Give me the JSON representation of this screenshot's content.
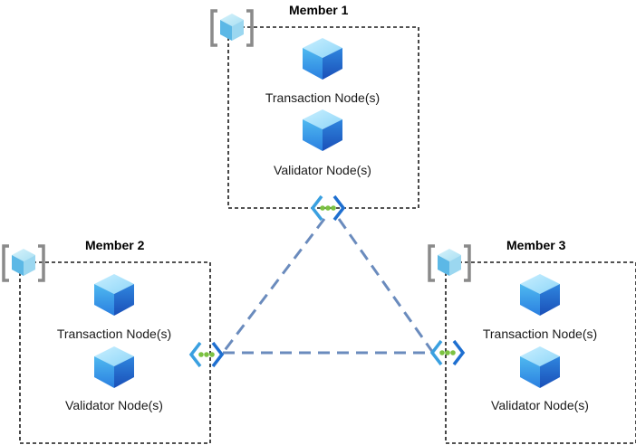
{
  "members": [
    {
      "title": "Member 1",
      "transaction_label": "Transaction Node(s)",
      "validator_label": "Validator Node(s)"
    },
    {
      "title": "Member 2",
      "transaction_label": "Transaction Node(s)",
      "validator_label": "Validator Node(s)"
    },
    {
      "title": "Member 3",
      "transaction_label": "Transaction Node(s)",
      "validator_label": "Validator Node(s)"
    }
  ],
  "icons": {
    "member": "azure-consortium-member-icon",
    "node": "blockchain-node-cube-icon",
    "connection": "network-connection-icon"
  },
  "colors": {
    "cube_light": "#5fc4f1",
    "cube_dark": "#1f6fd0",
    "link": "#6a8bbd",
    "connection_dots": "#7cc242",
    "connection_brackets": "#3aa0e0"
  }
}
